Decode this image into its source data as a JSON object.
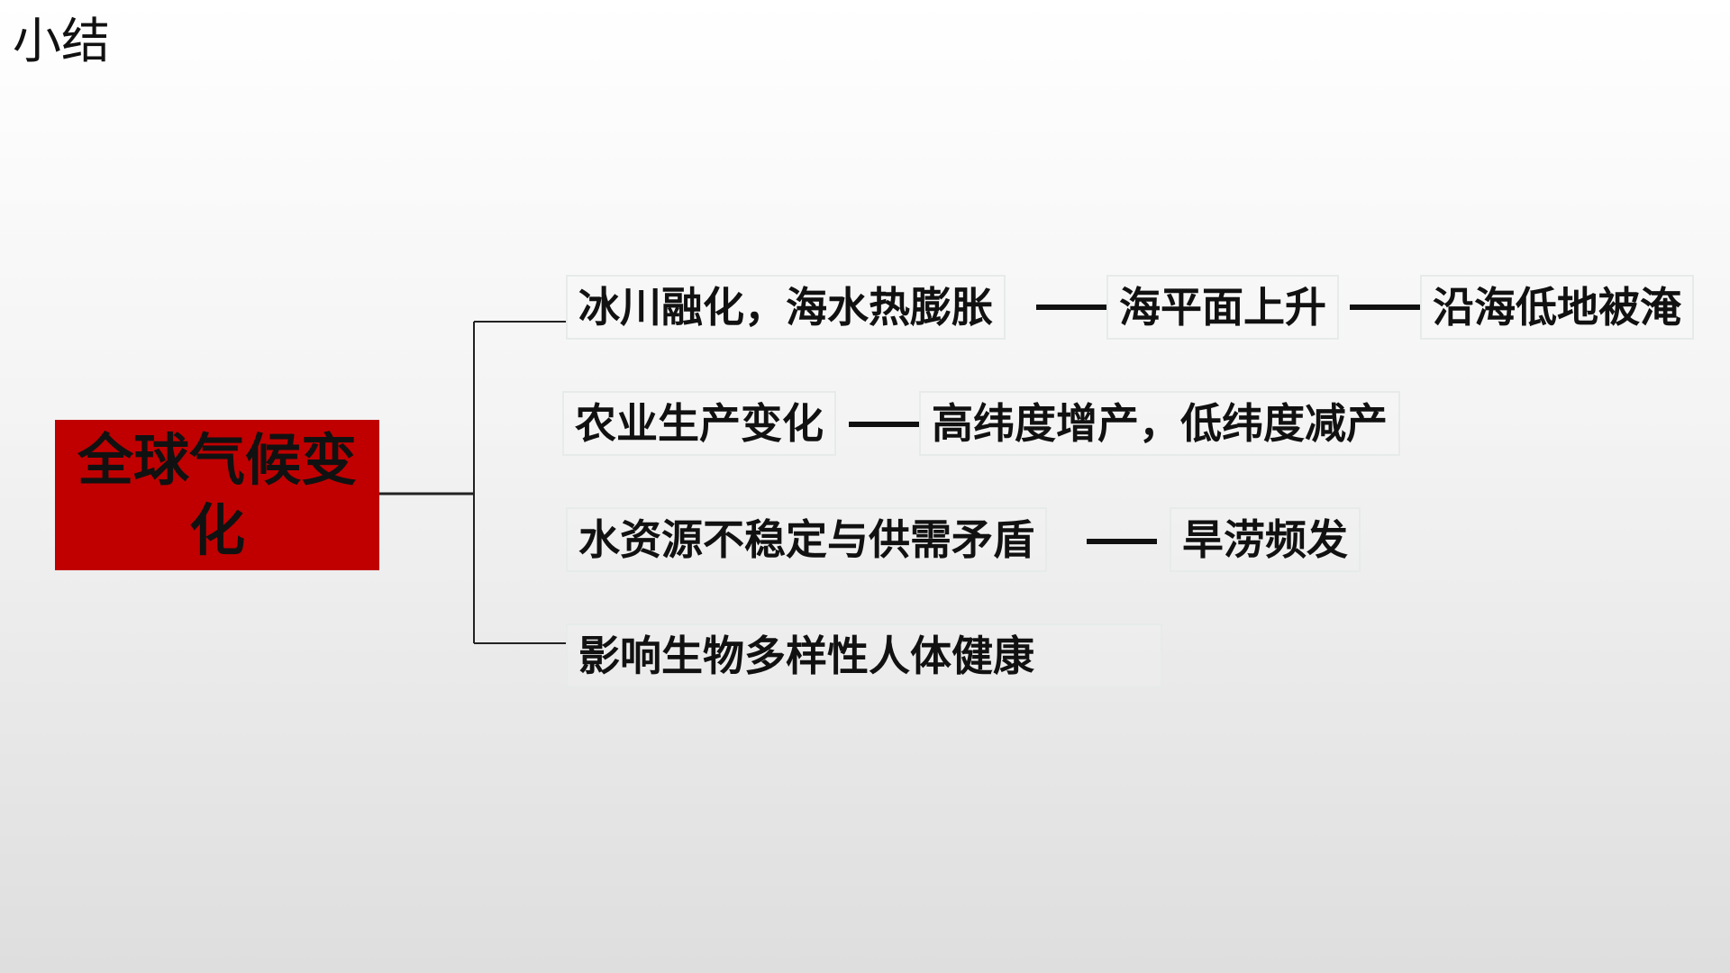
{
  "title": "小结",
  "root": {
    "label": "全球气候变化"
  },
  "branches": [
    {
      "chain": [
        "冰川融化，海水热膨胀",
        "海平面上升",
        "沿海低地被淹"
      ]
    },
    {
      "chain": [
        "农业生产变化",
        "高纬度增产，低纬度减产"
      ]
    },
    {
      "chain": [
        "水资源不稳定与供需矛盾",
        "旱涝频发"
      ]
    },
    {
      "chain": [
        "影响生物多样性人体健康"
      ]
    }
  ],
  "colors": {
    "root_fill": "#c00000",
    "text": "#111111",
    "node_border": "#e6ebe9"
  }
}
